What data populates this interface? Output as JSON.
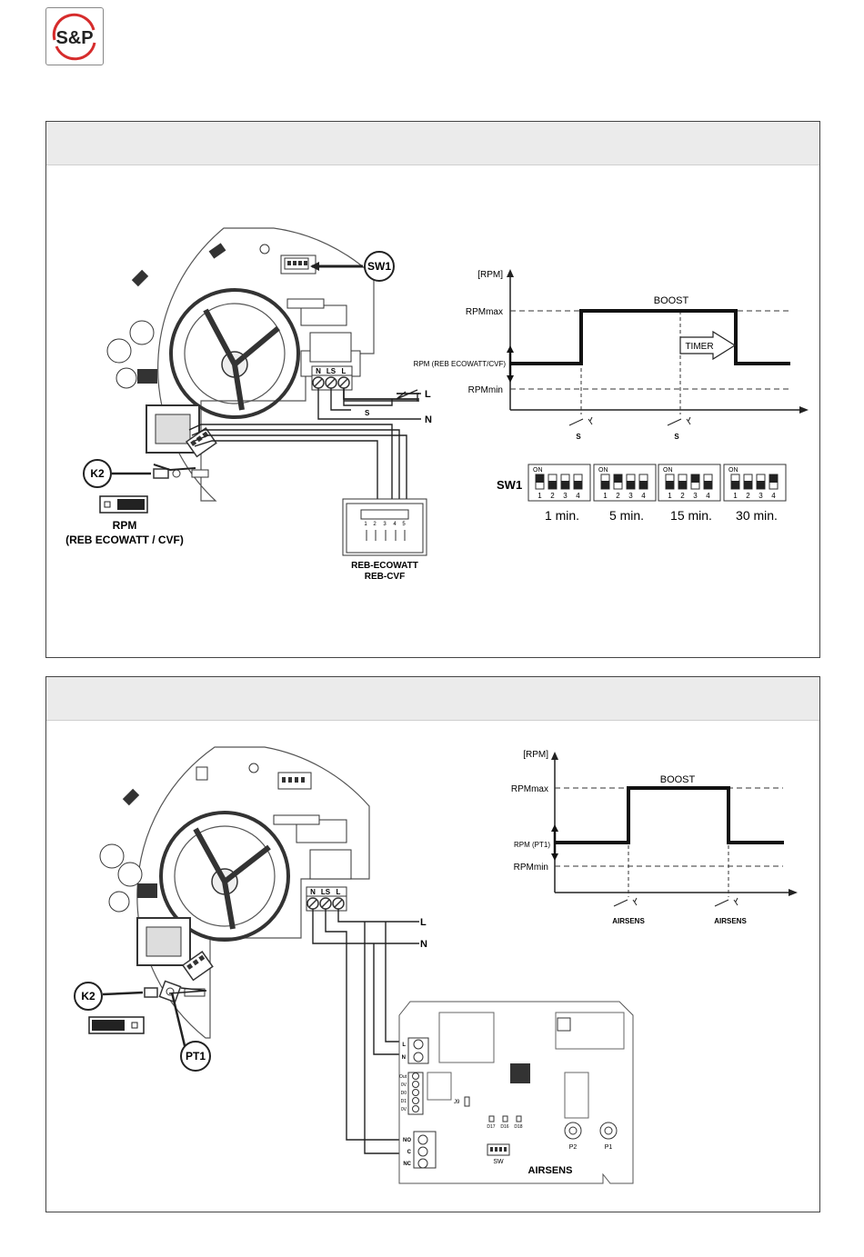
{
  "logo": {
    "text": "S&P",
    "accent": "#d62c2c"
  },
  "panel1": {
    "board_labels": {
      "terminals": [
        "N",
        "LS",
        "L"
      ],
      "line_L": "L",
      "line_N": "N",
      "switch": "S"
    },
    "sw1_callout": "SW1",
    "k2_callout": "K2",
    "rpm_label_1": "RPM",
    "rpm_label_2": "(REB ECOWATT / CVF)",
    "reb": {
      "pins": [
        "1",
        "2",
        "3",
        "4",
        "5"
      ],
      "name_1": "REB-ECOWATT",
      "name_2": "REB-CVF"
    },
    "graph": {
      "y_axis": "[RPM]",
      "rpm_max": "RPMmax",
      "rpm_mid": "RPM (REB ECOWATT/CVF)",
      "rpm_min": "RPMmin",
      "boost": "BOOST",
      "timer": "TIMER",
      "switch_1": "S",
      "switch_2": "S"
    },
    "sw1_table": {
      "label": "SW1",
      "on": "ON",
      "digits": [
        "1",
        "2",
        "3",
        "4"
      ],
      "options": [
        "1 min.",
        "5 min.",
        "15 min.",
        "30 min."
      ]
    }
  },
  "panel2": {
    "board_labels": {
      "terminals": [
        "N",
        "LS",
        "L"
      ],
      "line_L": "L",
      "line_N": "N"
    },
    "k2_callout": "K2",
    "pt1_callout": "PT1",
    "graph": {
      "y_axis": "[RPM]",
      "rpm_max": "RPMmax",
      "rpm_mid": "RPM (PT1)",
      "rpm_min": "RPMmin",
      "boost": "BOOST",
      "switch_1": "AIRSENS",
      "switch_2": "AIRSENS"
    },
    "airsens": {
      "name": "AIRSENS",
      "power_terms": [
        "L",
        "N"
      ],
      "signal_terms": [
        "Out",
        "0V",
        "D0",
        "D1",
        "0V"
      ],
      "relay_terms": [
        "NO",
        "C",
        "NC"
      ],
      "j9": "J9",
      "leds": [
        "D17",
        "D16",
        "D18"
      ],
      "sw": "SW",
      "pots": [
        "P2",
        "P1"
      ]
    }
  }
}
